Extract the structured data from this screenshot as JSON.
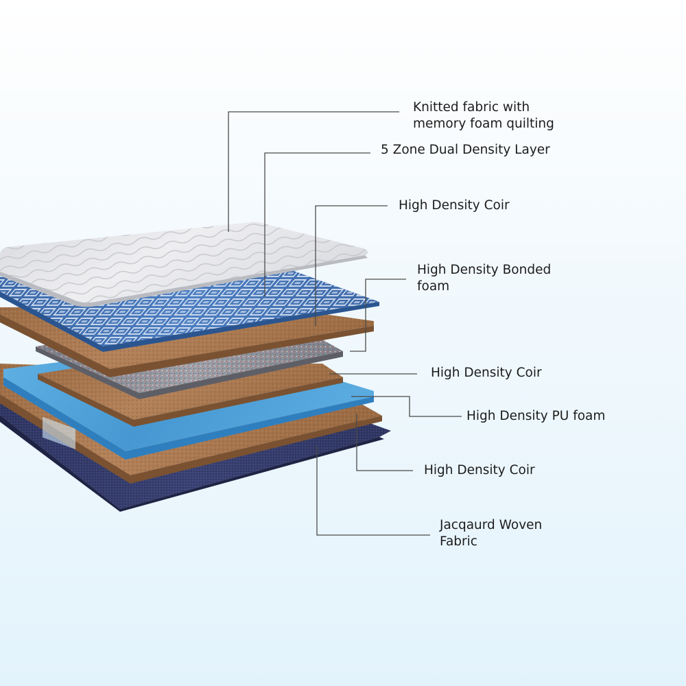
{
  "layers": [
    {
      "id": "top-fabric",
      "lines": [
        "Knitted fabric with",
        "memory foam quilting"
      ]
    },
    {
      "id": "zone-layer",
      "lines": [
        "5 Zone Dual Density Layer"
      ]
    },
    {
      "id": "coir-1",
      "lines": [
        "High Density Coir"
      ]
    },
    {
      "id": "bonded-foam",
      "lines": [
        "High Density Bonded",
        "foam"
      ]
    },
    {
      "id": "coir-2",
      "lines": [
        "High Density Coir"
      ]
    },
    {
      "id": "pu-foam",
      "lines": [
        "High Density PU foam"
      ]
    },
    {
      "id": "coir-3",
      "lines": [
        "High Density Coir"
      ]
    },
    {
      "id": "bottom-fabric",
      "lines": [
        "Jacqaurd Woven",
        "Fabric"
      ]
    }
  ],
  "colors": {
    "leader_line": "#4a4a4a",
    "knitted_fabric": "#e6e7ea",
    "zone_layer": "#3f6fb0",
    "coir": "#a8774e",
    "bonded_foam": "#8f8f94",
    "pu_foam": "#4fa4dc",
    "jacquard_fabric": "#343b6b"
  }
}
